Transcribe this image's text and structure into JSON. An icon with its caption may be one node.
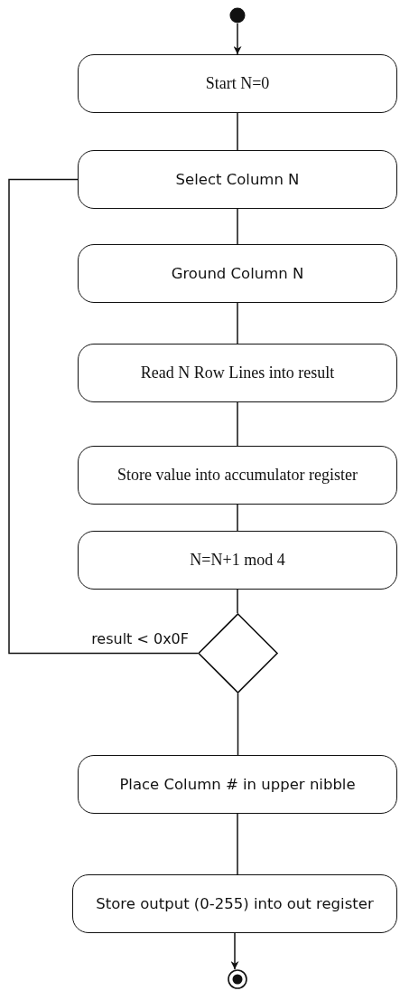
{
  "diagram": {
    "nodes": [
      {
        "text": [],
        "shape": "circle"
      },
      {
        "text": [
          "Start N=0"
        ]
      },
      {
        "text": [
          "Select Column N"
        ]
      },
      {
        "text": [
          "Ground Column N"
        ]
      },
      {
        "text": [
          "Read N Row Lines into result"
        ]
      },
      {
        "text": [
          "Store value into accumulator register"
        ]
      },
      {
        "text": [
          "N=N+1 mod 4"
        ]
      },
      {
        "text": [],
        "shape": "diamond"
      },
      {
        "text": [
          "Place Column # in upper nibble"
        ]
      },
      {
        "text": [
          "Store output (0-255) into out register"
        ]
      },
      {
        "text": [],
        "shape": "circle"
      }
    ],
    "edges": [
      {
        "from": 0,
        "to": 1,
        "arrow": "to"
      },
      {
        "from": 1,
        "to": 2,
        "arrow": "none"
      },
      {
        "from": 2,
        "to": 3,
        "arrow": "none"
      },
      {
        "from": 3,
        "to": 4,
        "arrow": "none"
      },
      {
        "from": 4,
        "to": 5,
        "arrow": "none"
      },
      {
        "from": 5,
        "to": 6,
        "arrow": "none"
      },
      {
        "from": 6,
        "to": 7,
        "arrow": "none"
      },
      {
        "from": 7,
        "to": 2,
        "arrow": "none",
        "label": "result < 0x0F"
      },
      {
        "from": 7,
        "to": 8,
        "arrow": "none"
      },
      {
        "from": 8,
        "to": 9,
        "arrow": "none"
      },
      {
        "from": 9,
        "to": 10,
        "arrow": "to"
      }
    ]
  }
}
